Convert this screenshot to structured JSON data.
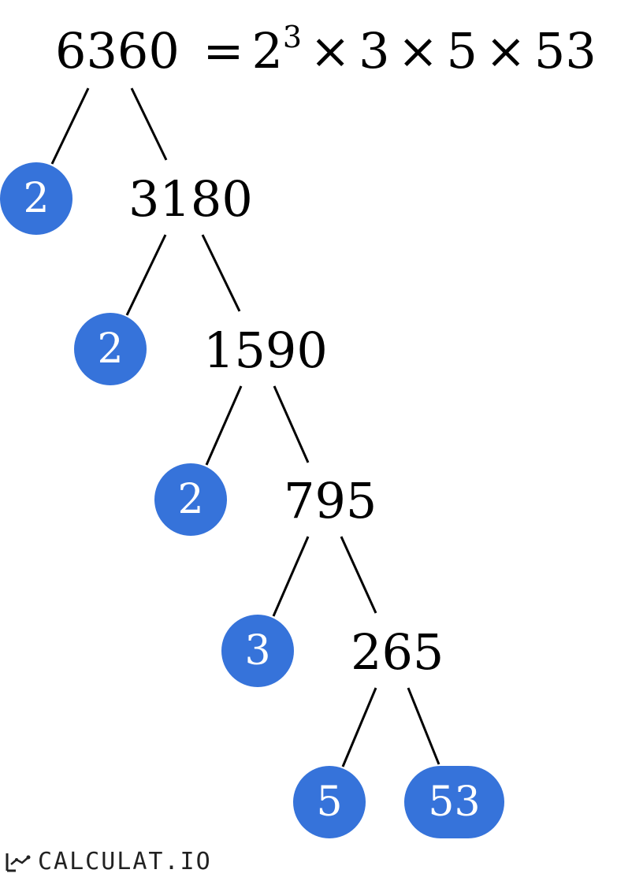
{
  "equation": {
    "number": "6360",
    "equals": "=",
    "base": "2",
    "exponent": "3",
    "times": "×",
    "factor_3": "3",
    "factor_5": "5",
    "factor_53": "53"
  },
  "composites": [
    "3180",
    "1590",
    "795",
    "265"
  ],
  "primes": [
    "2",
    "2",
    "2",
    "3",
    "5",
    "53"
  ],
  "logo_text": "CALCULAT.IO",
  "colors": {
    "prime_fill": "#3673DA",
    "line": "#000000",
    "text": "#000000"
  }
}
